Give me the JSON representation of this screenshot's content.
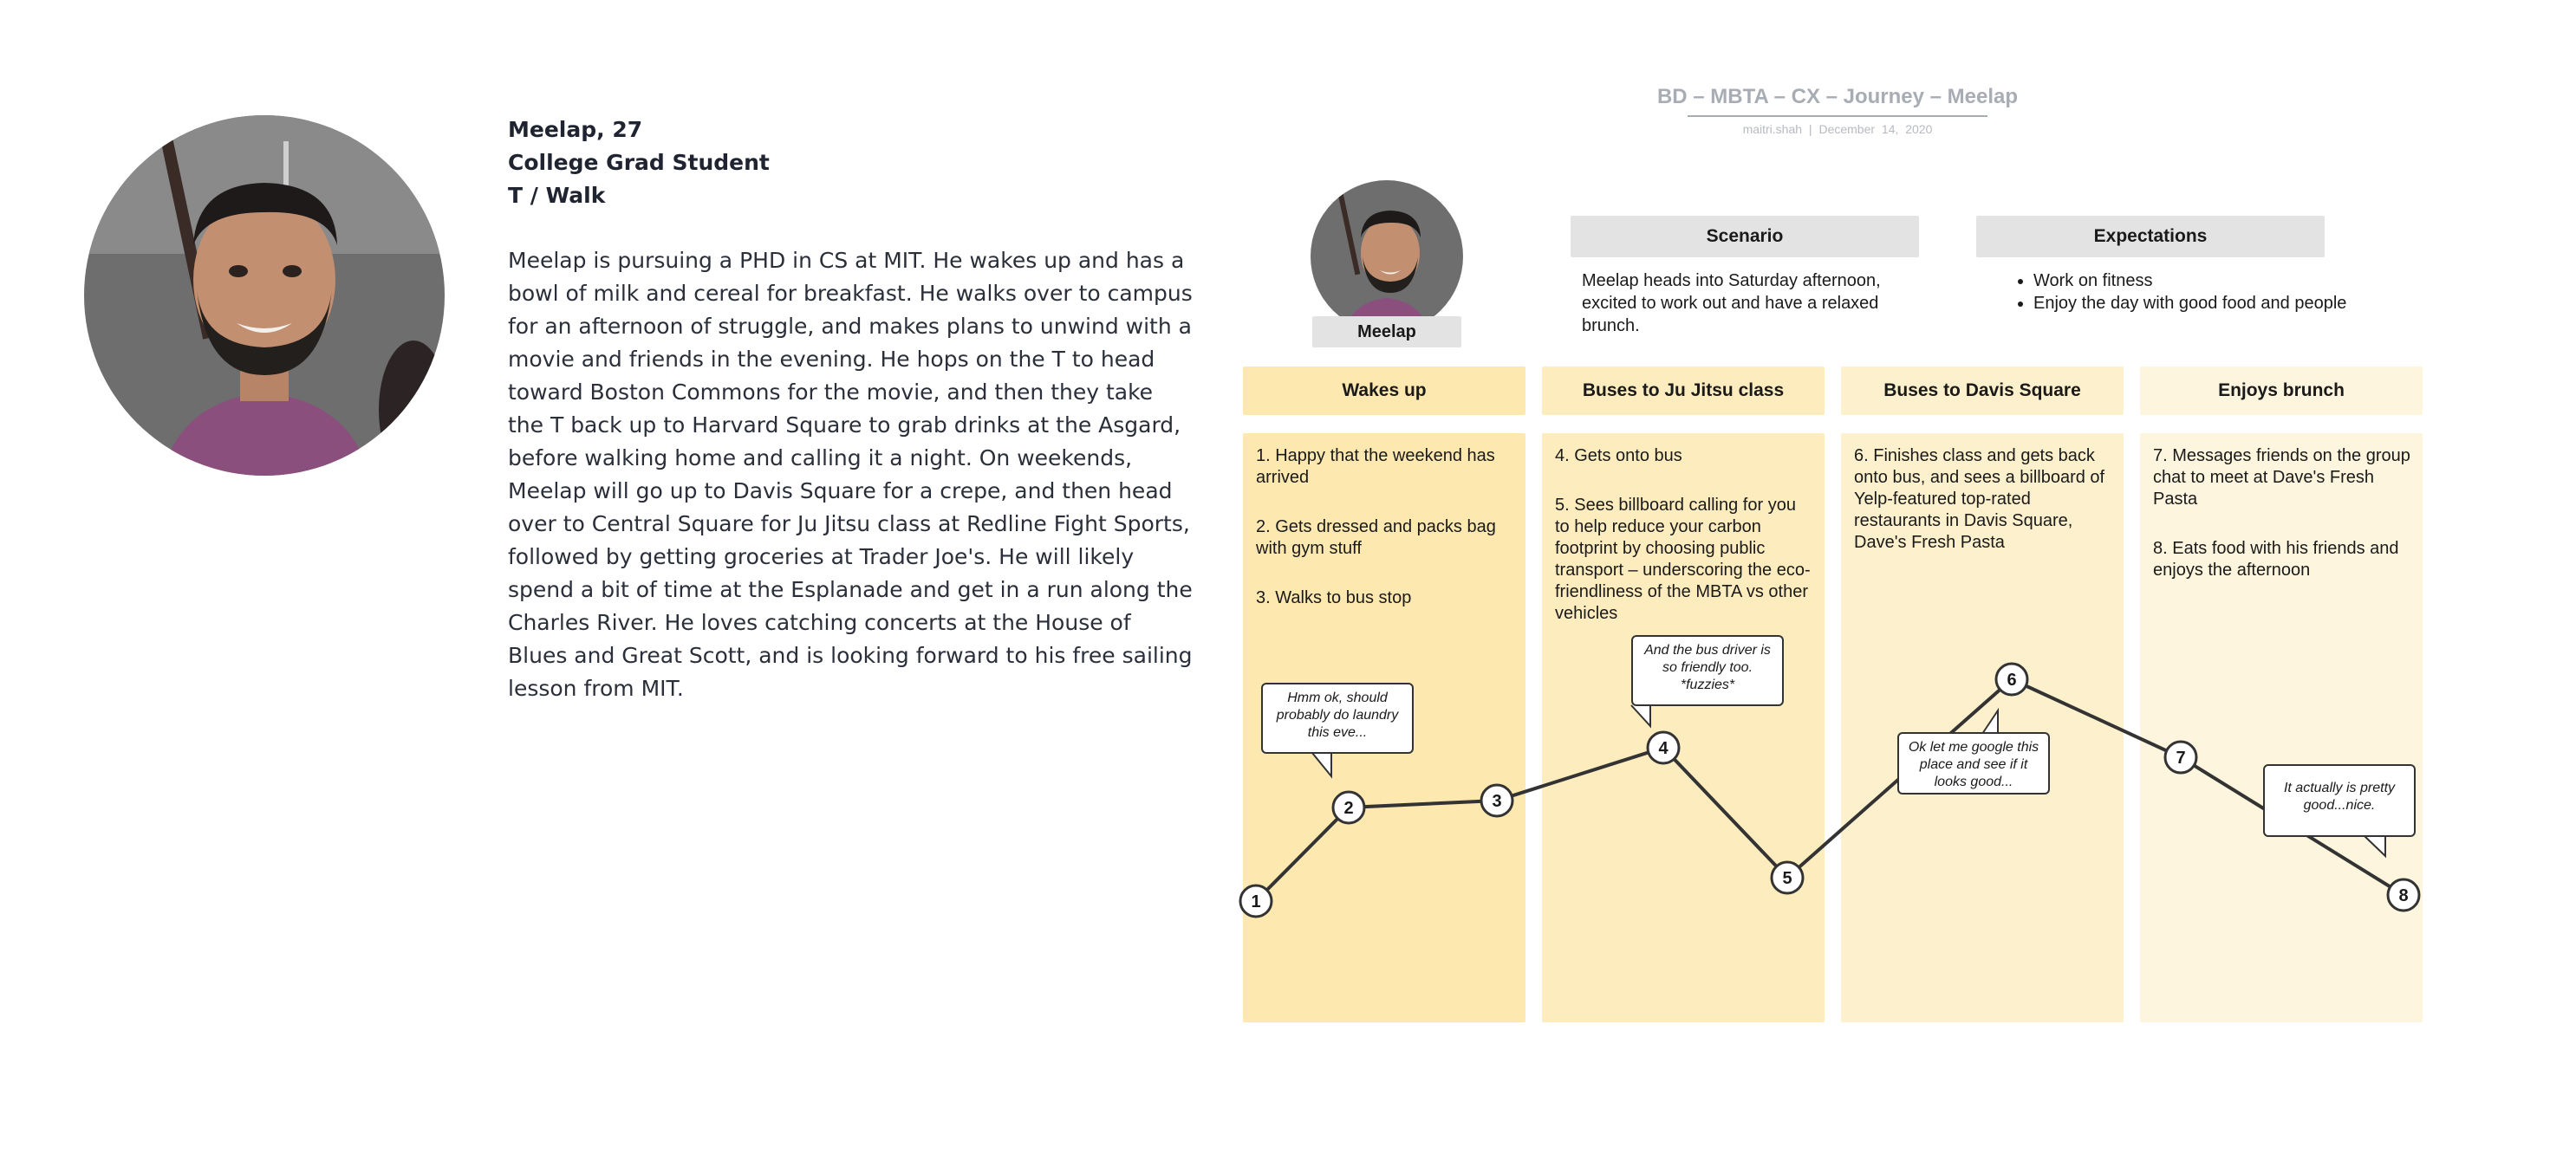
{
  "persona": {
    "name_age": "Meelap, 27",
    "occupation": "College Grad Student",
    "transport": "T / Walk",
    "bio": "Meelap is pursuing a PHD in CS at MIT. He wakes up and has a bowl of milk and cereal for breakfast. He walks over to campus for an afternoon of struggle, and makes plans to unwind with a movie and friends in the evening. He hops on the T to head toward Boston Commons for the movie, and then they take the T back up to Harvard Square to grab drinks at the Asgard, before walking home and calling it a night. On weekends, Meelap will go up to Davis Square for a crepe, and then head over to Central Square for Ju Jitsu class at Redline Fight Sports, followed by getting groceries at Trader Joe's. He will likely spend a bit of time at the Esplanade and get in a run along the Charles River. He loves catching concerts at the House of Blues and Great Scott, and is looking forward to his free sailing lesson from MIT."
  },
  "journey_map": {
    "title": "BD – MBTA – CX – Journey – Meelap",
    "author": "maitri.shah",
    "date": "December 14, 2020",
    "persona_label": "Meelap",
    "scenario": {
      "label": "Scenario",
      "text": "Meelap heads into Saturday afternoon, excited to work out and have a relaxed brunch."
    },
    "expectations": {
      "label": "Expectations",
      "items": [
        "Work on fitness",
        "Enjoy the day with good food and people"
      ]
    },
    "stages": [
      {
        "title": "Wakes up",
        "steps": [
          "1. Happy that the weekend has arrived",
          "2. Gets dressed and packs bag with gym stuff",
          "3. Walks to bus stop"
        ]
      },
      {
        "title": "Buses to Ju Jitsu class",
        "steps": [
          "4. Gets onto bus",
          "5. Sees billboard calling for you to help reduce your carbon footprint by choosing public transport – underscoring the eco-friendliness of the MBTA vs other vehicles"
        ]
      },
      {
        "title": "Buses to Davis Square",
        "steps": [
          "6. Finishes class and gets back onto bus, and sees a billboard of Yelp-featured top-rated restaurants in Davis Square, Dave's Fresh Pasta"
        ]
      },
      {
        "title": "Enjoys brunch",
        "steps": [
          "7. Messages friends on the group chat to meet at Dave's Fresh Pasta",
          "8. Eats food with his friends and enjoys the afternoon"
        ]
      }
    ],
    "points": [
      "1",
      "2",
      "3",
      "4",
      "5",
      "6",
      "7",
      "8"
    ],
    "quotes": [
      "Hmm ok, should probably do laundry this eve...",
      "And the bus driver is so friendly too. *fuzzies*",
      "Ok let me google this place and see if it looks good...",
      "It actually is pretty good...nice."
    ],
    "colors": {
      "stage_1": "#fde8b0",
      "stage_2": "#fdecbe",
      "stage_3": "#fdf0cc",
      "stage_4": "#fdf5dd",
      "header_gray": "#e3e3e3",
      "line": "#333333"
    }
  }
}
